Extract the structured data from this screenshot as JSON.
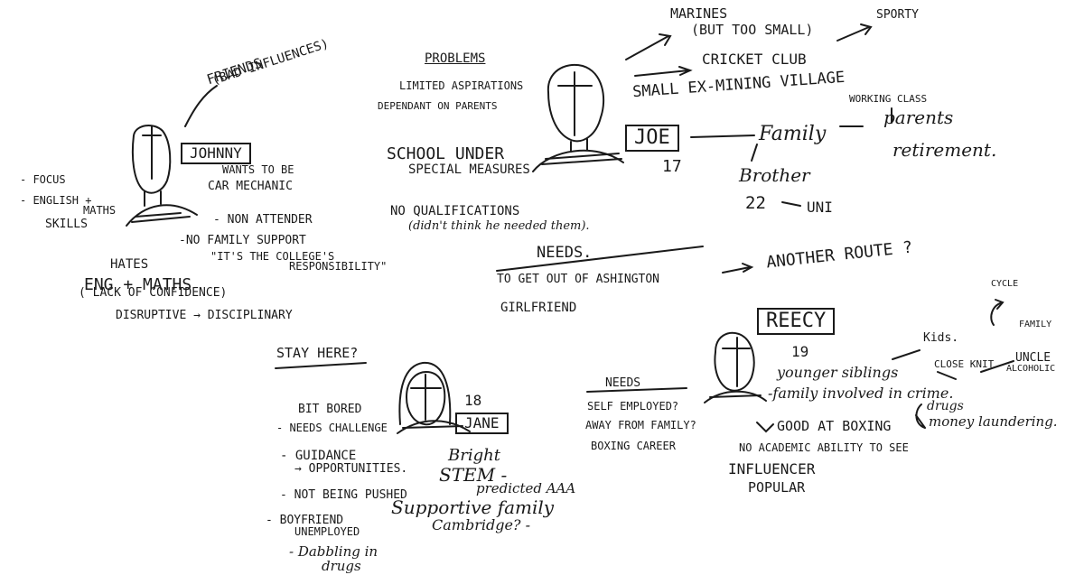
{
  "johnny": {
    "friends": "FRIENDS",
    "bad_influences": "(BAD INFLUENCES)",
    "name": "JOHNNY",
    "wants_1": "WANTS TO BE",
    "wants_2": "CAR MECHANIC",
    "focus": "- FOCUS",
    "eng_1": "- ENGLISH +",
    "eng_2": "MATHS",
    "eng_3": "SKILLS",
    "non_attender": "- NON ATTENDER",
    "no_family": "-NO FAMILY SUPPORT",
    "college_1": "\"IT'S THE COLLEGE'S",
    "college_2": "RESPONSIBILITY\"",
    "hates": "HATES",
    "eng_maths": "ENG + MATHS",
    "lack": "( LACK OF CONFIDENCE)",
    "disruptive": "DISRUPTIVE → DISCIPLINARY"
  },
  "joe": {
    "problems": "PROBLEMS",
    "limited": "LIMITED ASPIRATIONS",
    "dependant": "DEPENDANT ON PARENTS",
    "school_1": "SCHOOL UNDER",
    "school_2": "SPECIAL MEASURES",
    "noqual_1": "NO QUALIFICATIONS",
    "noqual_2": "(didn't think he needed them).",
    "marines": "MARINES",
    "but_small": "(BUT TOO SMALL)",
    "cricket": "CRICKET CLUB",
    "sporty": "SPORTY",
    "village": "SMALL EX-MINING VILLAGE",
    "name": "JOE",
    "age": "17",
    "family": "Family",
    "working_class": "WORKING CLASS",
    "parents": "parents",
    "retirement": "retirement.",
    "brother": "Brother",
    "brother_age": "22",
    "uni": "UNI",
    "needs": "NEEDS.",
    "get_out": "TO GET OUT OF ASHINGTON",
    "another_route": "ANOTHER ROUTE ?",
    "girlfriend": "GIRLFRIEND"
  },
  "jane": {
    "stay_here": "STAY HERE?",
    "bit_bored": "BIT BORED",
    "needs_challenge": "- NEEDS CHALLENGE",
    "age": "18",
    "name": "JANE",
    "guidance": "- GUIDANCE",
    "opportunities": "→ OPPORTUNITIES.",
    "bright": "Bright",
    "not_pushed": "- NOT BEING PUSHED",
    "stem": "STEM -",
    "predicted": "predicted AAA",
    "boyfriend_1": "- BOYFRIEND",
    "boyfriend_2": "UNEMPLOYED",
    "supportive": "Supportive family",
    "cambridge": "Cambridge? -",
    "dabbling_1": "- Dabbling in",
    "dabbling_2": "drugs"
  },
  "reecy": {
    "cycle": "CYCLE",
    "family": "FAMILY",
    "name": "REECY",
    "age": "19",
    "kids": "Kids.",
    "uncle_1": "UNCLE",
    "uncle_2": "ALCOHOLIC",
    "close_knit": "CLOSE KNIT",
    "younger": "younger siblings",
    "crime": "-family involved in crime.",
    "needs": "NEEDS",
    "self_employed": "SELF EMPLOYED?",
    "away": "AWAY FROM FAMILY?",
    "boxing_career": "BOXING CAREER",
    "good_boxing": "GOOD AT BOXING",
    "drugs": "drugs",
    "money": "money laundering.",
    "no_academic": "NO ACADEMIC ABILITY TO SEE",
    "influencer": "INFLUENCER",
    "popular": "POPULAR"
  }
}
